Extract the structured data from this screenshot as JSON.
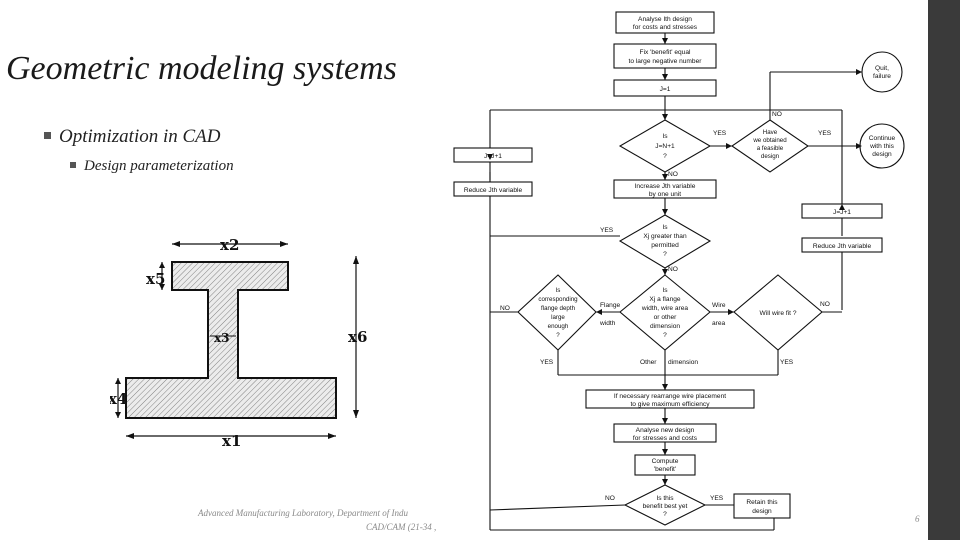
{
  "slide": {
    "title": "Geometric modeling systems",
    "bullet1": "Optimization in CAD",
    "bullet2": "Design parameterization",
    "footer_line1": "Advanced Manufacturing Laboratory, Department of Indu",
    "footer_line2": "CAD/CAM (21-34 ,",
    "page_number": "6"
  },
  "beam": {
    "labels": {
      "x1": "x1",
      "x2": "x2",
      "x3": "x3",
      "x4": "x4",
      "x5": "x5",
      "x6": "x6"
    }
  },
  "flowchart": {
    "boxes": {
      "analyse": [
        "Analyse Ith design",
        "for costs and stresses"
      ],
      "fix_benefit": [
        "Fix 'benefit' equal",
        "to large negative number"
      ],
      "j_eq_1": [
        "J=1"
      ],
      "j_plus_left": [
        "J=J+1"
      ],
      "reduce_left": [
        "Reduce Jth variable"
      ],
      "increase": [
        "Increase Jth variable",
        "by one unit"
      ],
      "quit": [
        "Quit,",
        "failure"
      ],
      "continue": [
        "Continue",
        "with this",
        "design"
      ],
      "j_plus_right": [
        "J=J+1"
      ],
      "reduce_right": [
        "Reduce Jth variable"
      ],
      "rearrange": [
        "If necessary rearrange wire placement",
        "to give maximum efficiency"
      ],
      "analyse_new": [
        "Analyse new design",
        "for stresses and costs"
      ],
      "compute": [
        "Compute",
        "'benefit'"
      ],
      "retain": [
        "Retain this",
        "design"
      ]
    },
    "decisions": {
      "is_j": [
        "Is",
        "J=N+1",
        "?"
      ],
      "feasible": [
        "Have",
        "we obtained",
        "a feasible",
        "design"
      ],
      "xj_greater": [
        "Is",
        "Xj greater than",
        "permitted",
        "?"
      ],
      "xj_flange": [
        "Is",
        "Xj a flange",
        "width, wire area",
        "or other",
        "dimension",
        "?"
      ],
      "flange_depth": [
        "Is",
        "corresponding",
        "flange depth",
        "large",
        "enough",
        "?"
      ],
      "wire_fit": [
        "Will wire fit ?"
      ],
      "benefit_best": [
        "Is this",
        "benefit best yet",
        "?"
      ]
    },
    "edge_labels": {
      "yes": "YES",
      "no": "NO",
      "flange": [
        "Flange",
        "width"
      ],
      "wire": [
        "Wire",
        "area"
      ],
      "other": "Other",
      "dimension": "dimension"
    }
  }
}
